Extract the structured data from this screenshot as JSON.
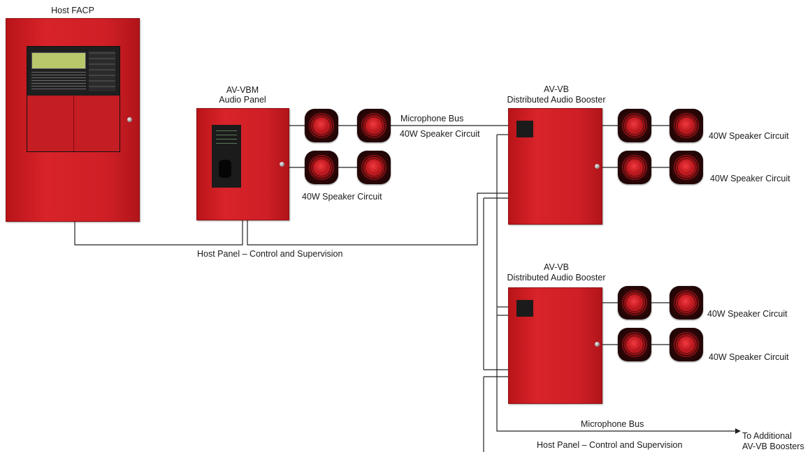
{
  "labels": {
    "host_facp": "Host FACP",
    "av_vbm_title": "AV-VBM",
    "av_vbm_subtitle": "Audio Panel",
    "av_vb1_title": "AV-VB",
    "av_vb1_subtitle": "Distributed Audio Booster",
    "av_vb2_title": "AV-VB",
    "av_vb2_subtitle": "Distributed Audio Booster",
    "microphone_bus_top": "Microphone Bus",
    "speaker_circuit_top": "40W Speaker Circuit",
    "vbm_speaker_circuit": "40W Speaker Circuit",
    "host_panel_control": "Host Panel – Control and Supervision",
    "vb1_speaker_circuit_1": "40W Speaker Circuit",
    "vb1_speaker_circuit_2": "40W Speaker Circuit",
    "vb2_speaker_circuit_1": "40W Speaker Circuit",
    "vb2_speaker_circuit_2": "40W Speaker Circuit",
    "microphone_bus_bottom": "Microphone Bus",
    "host_panel_control_bottom": "Host Panel – Control and Supervision",
    "to_additional_line1": "To Additional",
    "to_additional_line2": "AV-VB Boosters"
  },
  "colors": {
    "panel_red": "#d8232a",
    "wire": "#222222",
    "lcd_green": "#b8c86a"
  },
  "icons": [
    "speaker-icon",
    "lock-icon",
    "lcd-display-icon",
    "keypad-icon",
    "microphone-icon"
  ]
}
